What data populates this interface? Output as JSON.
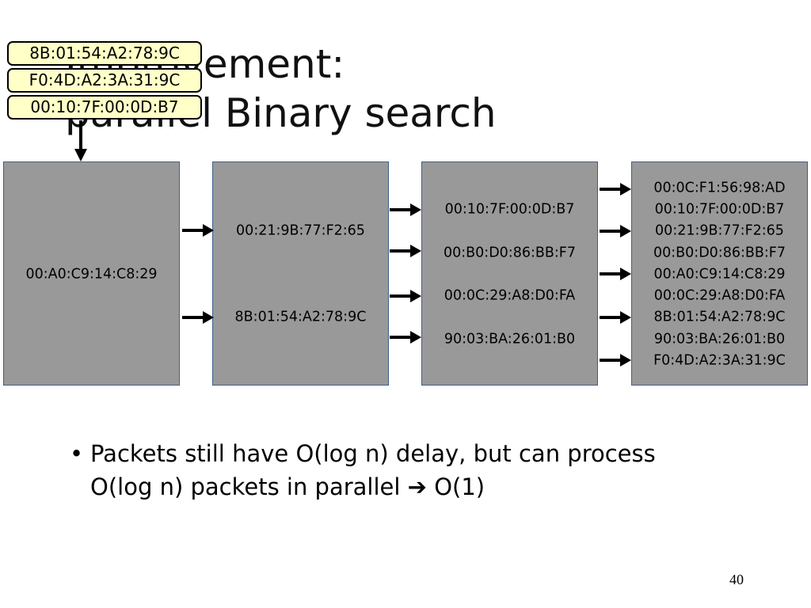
{
  "slide": {
    "title_line1": "Improvement:",
    "title_line2": "parallel Binary search",
    "bullet_marker": "•",
    "bullet_line1": "Packets still have O(log n) delay, but can process",
    "bullet_line2_part1": "O(log n) packets in parallel ",
    "bullet_arrow": "➔",
    "bullet_line2_part2": " O(1)",
    "page_number": "40"
  },
  "packet_queue": [
    "8B:01:54:A2:78:9C",
    "F0:4D:A2:3A:31:9C",
    "00:10:7F:00:0D:B7"
  ],
  "stages": [
    {
      "entries": [
        "00:A0:C9:14:C8:29"
      ]
    },
    {
      "entries": [
        "00:21:9B:77:F2:65",
        "8B:01:54:A2:78:9C"
      ]
    },
    {
      "entries": [
        "00:10:7F:00:0D:B7",
        "00:B0:D0:86:BB:F7",
        "00:0C:29:A8:D0:FA",
        "90:03:BA:26:01:B0"
      ]
    },
    {
      "entries": [
        "00:0C:F1:56:98:AD",
        "00:10:7F:00:0D:B7",
        "00:21:9B:77:F2:65",
        "00:B0:D0:86:BB:F7",
        "00:A0:C9:14:C8:29",
        "00:0C:29:A8:D0:FA",
        "8B:01:54:A2:78:9C",
        "90:03:BA:26:01:B0",
        "F0:4D:A2:3A:31:9C"
      ]
    }
  ],
  "colors": {
    "stage_fill": "#999999",
    "stage_border": "#3e5f8a",
    "packet_fill": "#ffffc8",
    "arrow": "#000000"
  }
}
